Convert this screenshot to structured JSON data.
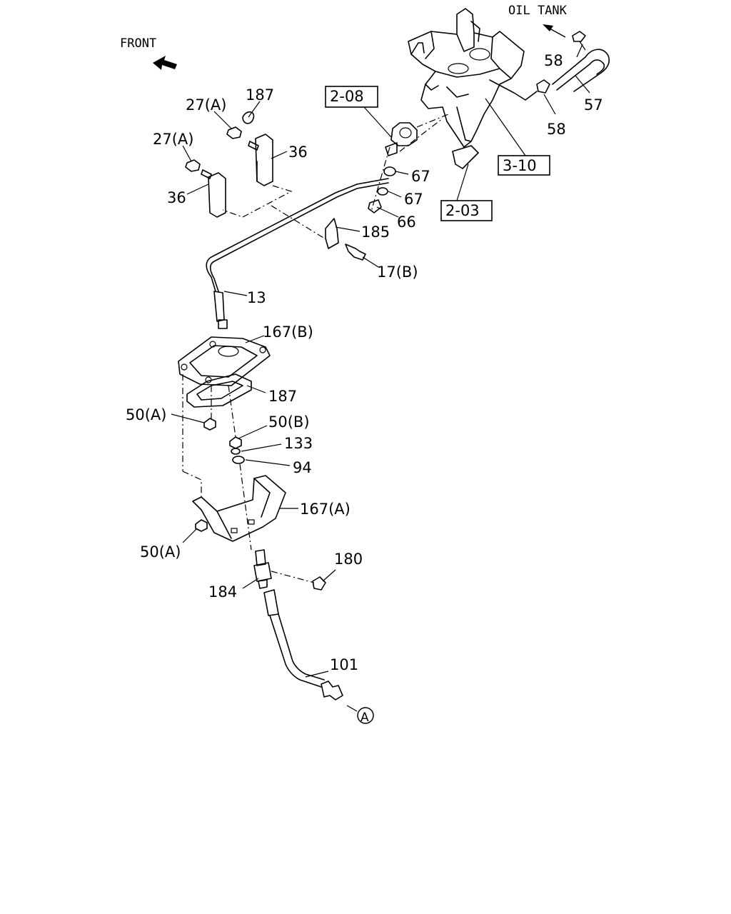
{
  "orientation": {
    "front": "FRONT",
    "oil_tank": "OIL TANK"
  },
  "references": {
    "ref_2_08": "2-08",
    "ref_3_10": "3-10",
    "ref_2_03": "2-03",
    "circle_a": "A"
  },
  "callouts": {
    "p187_top": "187",
    "p27a_top": "27(A)",
    "p27a_left": "27(A)",
    "p36_right": "36",
    "p36_left": "36",
    "p58_top": "58",
    "p58_bottom": "58",
    "p57": "57",
    "p67_upper": "67",
    "p67_lower": "67",
    "p66": "66",
    "p185": "185",
    "p17b": "17(B)",
    "p13": "13",
    "p167b": "167(B)",
    "p187_mid": "187",
    "p50a_upper": "50(A)",
    "p50b": "50(B)",
    "p133": "133",
    "p94": "94",
    "p167a": "167(A)",
    "p50a_lower": "50(A)",
    "p180": "180",
    "p184": "184",
    "p101": "101"
  }
}
